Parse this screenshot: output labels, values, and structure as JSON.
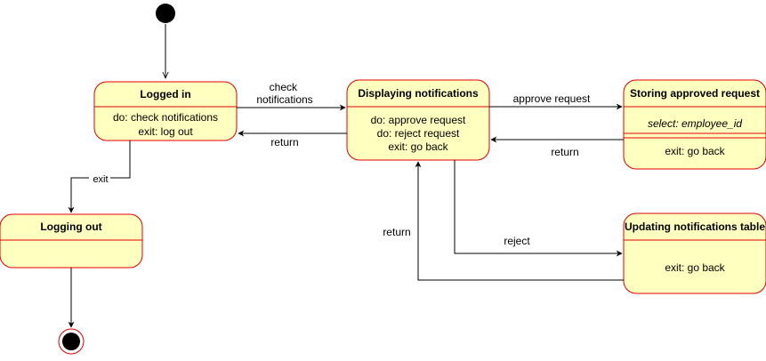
{
  "colors": {
    "state_fill": "#ffffc0",
    "state_stroke": "#e00000",
    "line": "#000000"
  },
  "states": {
    "logged_in": {
      "title": "Logged in",
      "lines": [
        "do: check notifications",
        "exit: log out"
      ]
    },
    "logging_out": {
      "title": "Logging out",
      "lines": []
    },
    "displaying": {
      "title": "Displaying notifications",
      "lines": [
        "do: approve request",
        "do: reject request",
        "exit: go back"
      ]
    },
    "storing": {
      "title": "Storing approved request",
      "lines": [
        "select: employee_id",
        "exit: go back"
      ]
    },
    "updating": {
      "title": "Updating notifications table",
      "lines": [
        "exit: go back"
      ]
    }
  },
  "transitions": {
    "check_notifications": [
      "check",
      "notifications"
    ],
    "return_to_logged_in": "return",
    "exit": "exit",
    "approve_request": "approve request",
    "return_from_storing": "return",
    "reject": "reject",
    "return_from_updating": "return"
  }
}
